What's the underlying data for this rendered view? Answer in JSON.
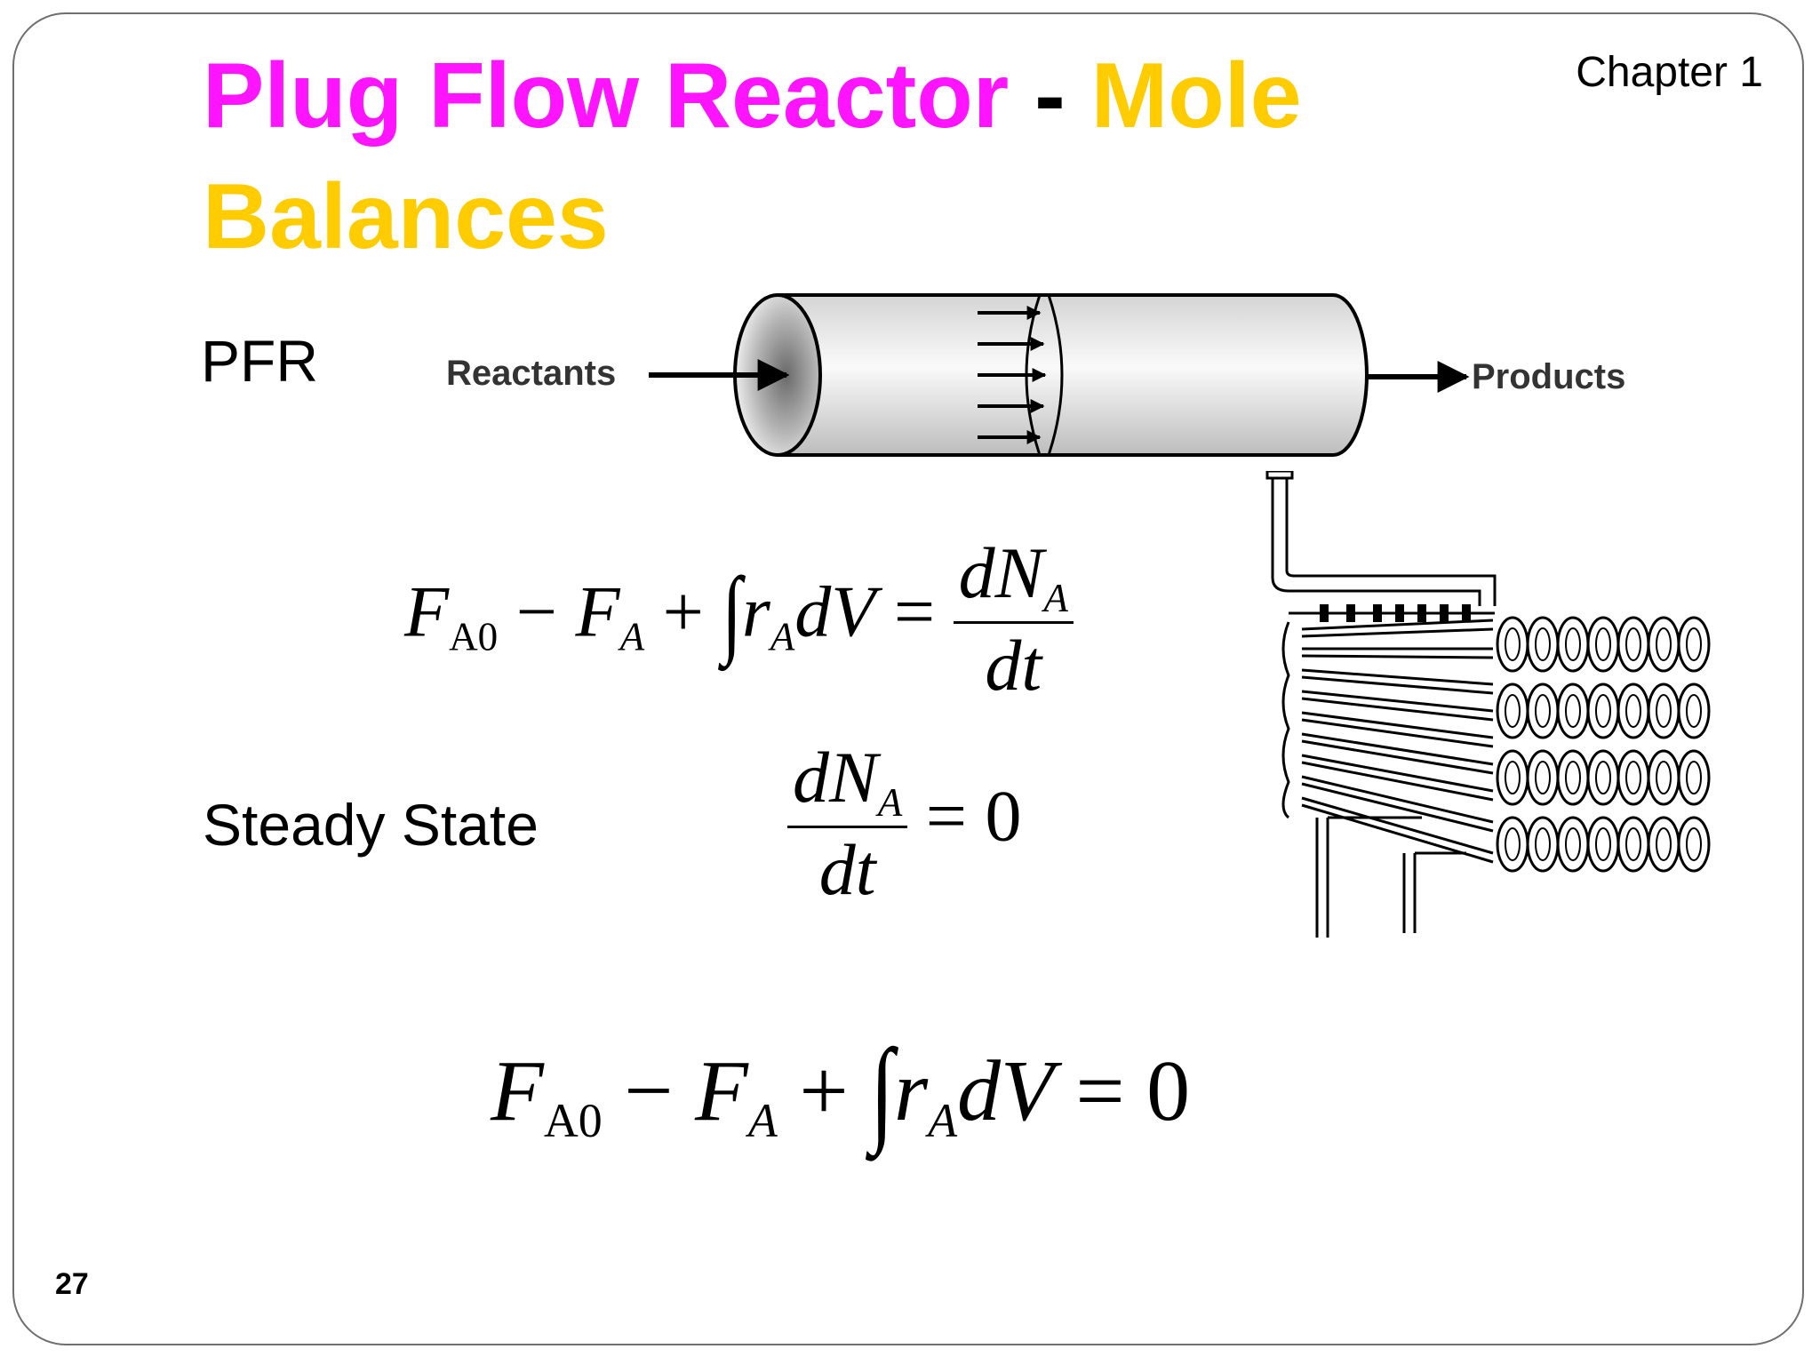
{
  "title": {
    "part1": "Plug Flow Reactor",
    "separator": " - ",
    "part2": "Mole Balances"
  },
  "chapter": "Chapter 1",
  "page_number": "27",
  "labels": {
    "pfr": "PFR",
    "steady_state": "Steady State"
  },
  "diagram": {
    "reactants": "Reactants",
    "products": "Products"
  },
  "equations": {
    "eq1": {
      "F": "F",
      "A0": "A0",
      "minus": " − ",
      "F2": "F",
      "A": "A",
      "plus": " + ",
      "integral": "∫",
      "r": "r",
      "rA": "A",
      "dV": "dV",
      "equals": " = ",
      "num": "dN",
      "numA": "A",
      "den": "dt"
    },
    "eq2": {
      "num": "dN",
      "numA": "A",
      "den": "dt",
      "rhs": " = 0"
    },
    "eq3": {
      "F": "F",
      "A0": "A0",
      "minus": " − ",
      "F2": "F",
      "A": "A",
      "plus": " + ",
      "integral": "∫",
      "r": "r",
      "rA": "A",
      "dV": "dV",
      "rhs": " = 0"
    }
  }
}
